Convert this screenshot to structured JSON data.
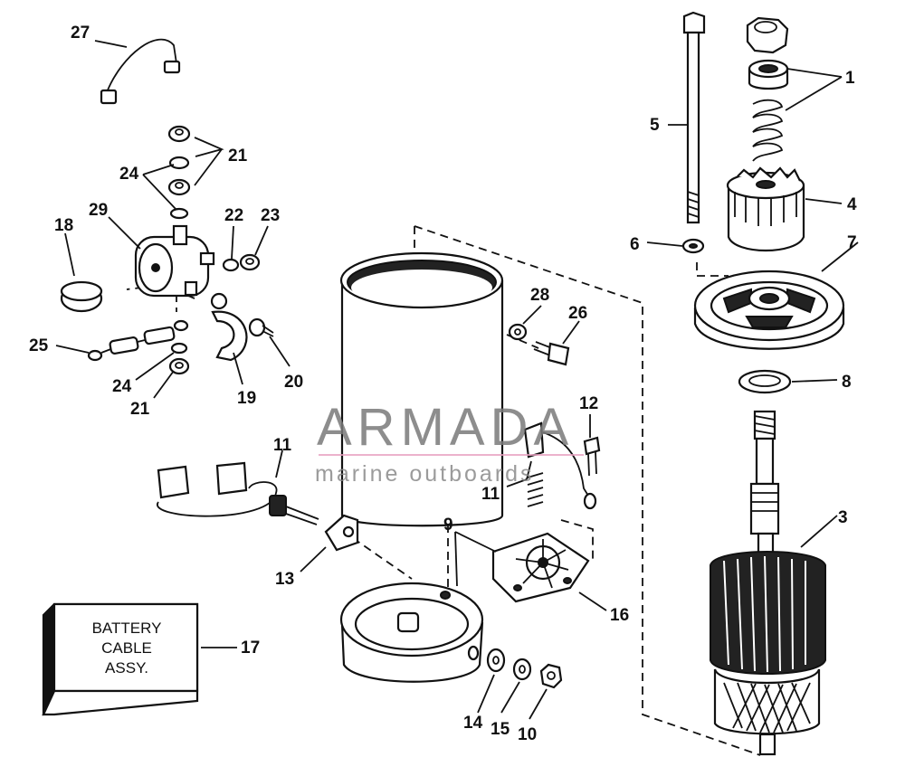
{
  "callouts": {
    "c1": "1",
    "c3": "3",
    "c4": "4",
    "c5": "5",
    "c6": "6",
    "c7": "7",
    "c8": "8",
    "c9": "9",
    "c10": "10",
    "c11a": "11",
    "c11b": "11",
    "c12": "12",
    "c13": "13",
    "c14": "14",
    "c15": "15",
    "c16": "16",
    "c17": "17",
    "c18": "18",
    "c19": "19",
    "c20": "20",
    "c21a": "21",
    "c21b": "21",
    "c22": "22",
    "c23": "23",
    "c24a": "24",
    "c24b": "24",
    "c25": "25",
    "c26": "26",
    "c27": "27",
    "c28": "28",
    "c29": "29"
  },
  "battery_box": {
    "line1": "BATTERY",
    "line2": "CABLE",
    "line3": "ASSY."
  },
  "watermark": {
    "brand": "ARMADA",
    "tagline": "marine outboards",
    "logo_color": "#e8a0c0",
    "text_color": "#7a7a7a"
  }
}
